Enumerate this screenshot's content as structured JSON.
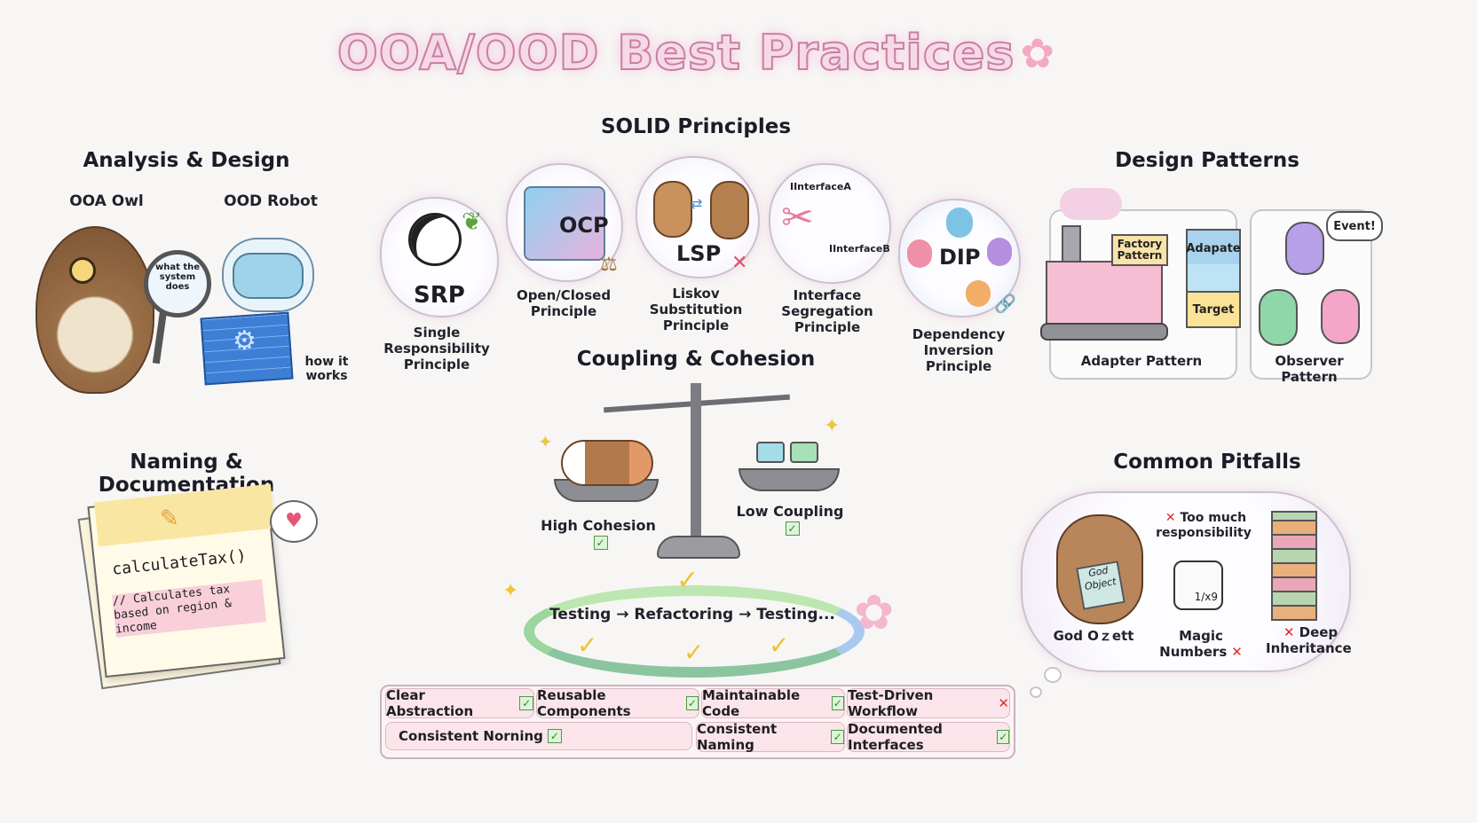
{
  "title": "OOA/OOD Best Practices",
  "analysis": {
    "heading": "Analysis & Design",
    "owl_label": "OOA Owl",
    "robot_label": "OOD Robot",
    "magnifier_text": "what the system does",
    "robot_text": "how it works"
  },
  "solid": {
    "heading": "SOLID Principles",
    "items": [
      {
        "abbr": "SRP",
        "name": "Single Responsibility Principle"
      },
      {
        "abbr": "OCP",
        "name": "Open/Closed Principle"
      },
      {
        "abbr": "LSP",
        "name": "Liskov Substitution Principle"
      },
      {
        "abbr": "",
        "name": "Interface Segregation Principle",
        "labels": [
          "IInterfaceA",
          "IInterfaceB"
        ]
      },
      {
        "abbr": "DIP",
        "name": "Dependency Inversion Principle"
      }
    ]
  },
  "patterns": {
    "heading": "Design Patterns",
    "factory_sign": "Factory Pattern",
    "adaptee": "Adapate",
    "target": "Target",
    "adapter_label": "Adapter Pattern",
    "event_bubble": "Event!",
    "observer_label": "Observer Pattern"
  },
  "coupling": {
    "heading": "Coupling & Cohesion",
    "high_cohesion": "High Cohesion",
    "low_coupling": "Low Coupling",
    "cycle": "Testing → Refactoring → Testing..."
  },
  "naming": {
    "heading": "Naming & Documentation",
    "method": "calculateTax()",
    "comment": "// Calculates tax based on region & income"
  },
  "pitfalls": {
    "heading": "Common Pitfalls",
    "too_much": "Too much responsibility",
    "god_book": "God Object",
    "god_label": "God Oｚett",
    "magic": "Magic Numbers",
    "dice_text": "1/x9",
    "deep": "Deep Inheritance"
  },
  "checklist": [
    {
      "label": "Clear Abstraction",
      "status": "check"
    },
    {
      "label": "Reusable Components",
      "status": "check"
    },
    {
      "label": "Maintainable Code",
      "status": "check"
    },
    {
      "label": "Test-Driven Workflow",
      "status": "cross"
    },
    {
      "label": "Consistent Norning",
      "status": "check"
    },
    {
      "label": "Consistent Naming",
      "status": "check"
    },
    {
      "label": "Documented Interfaces",
      "status": "check"
    }
  ],
  "colors": {
    "title_pink": "#f6d9e6",
    "check_green": "#2e8b2e",
    "cross_red": "#e02a2a",
    "pill_pink": "#fbe5ea"
  }
}
